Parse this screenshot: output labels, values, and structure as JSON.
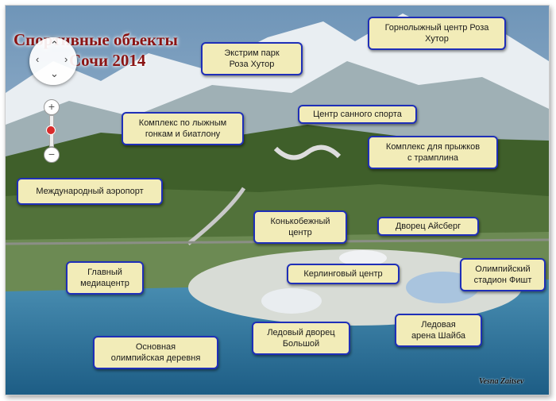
{
  "title": {
    "line1": "Спортивные объекты",
    "line2": "Сочи 2014"
  },
  "labels": [
    "Горнолыжный центр Роза\nХутор",
    "Экстрим парк\nРоза Хутор",
    "Центр санного спорта",
    "Комплекс по лыжным\nгонкам и биатлону",
    "Комплекс для прыжков\nс трамплина",
    "Международный аэропорт",
    "Конькобежный\nцентр",
    "Дворец Айсберг",
    "Главный\nмедиацентр",
    "Керлинговый центр",
    "Олимпийский\nстадион Фишт",
    "Ледовая\nарена Шайба",
    "Ледовый дворец\nБольшой",
    "Основная\nолимпийская деревня"
  ],
  "map_controls": {
    "left": "‹",
    "right": "›",
    "up": "⌃",
    "down": "⌄",
    "zoom_in": "+",
    "zoom_out": "−"
  },
  "credit": "Vesna Zaitsev",
  "colors": {
    "label_bg": "#f2ecb8",
    "label_border": "#1f2fb8",
    "title": "#8a1414"
  }
}
